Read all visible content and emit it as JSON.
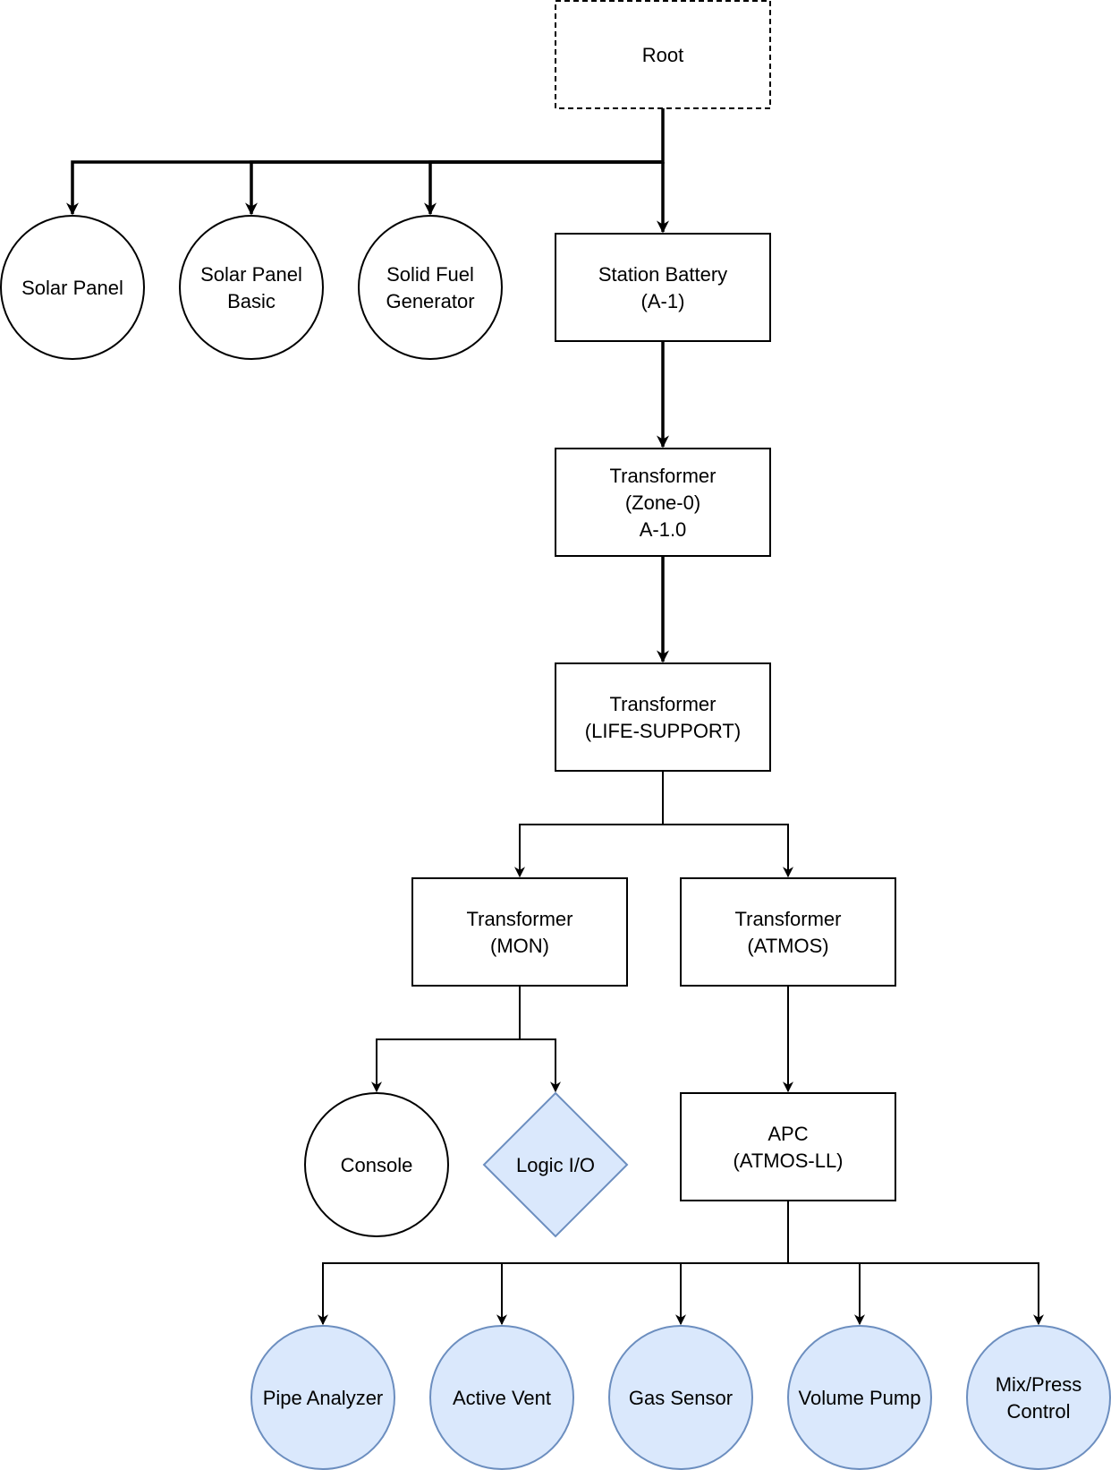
{
  "colors": {
    "line": "#000000",
    "node_fill": "#ffffff",
    "highlight_fill": "#dae8fc",
    "highlight_stroke": "#6c8ebf"
  },
  "nodes": {
    "root": [
      "Root"
    ],
    "solar_panel": [
      "Solar Panel"
    ],
    "solar_panel_basic": [
      "Solar Panel",
      "Basic"
    ],
    "solid_fuel_generator": [
      "Solid Fuel",
      "Generator"
    ],
    "station_battery": [
      "Station Battery",
      "(A-1)"
    ],
    "transformer_zone0": [
      "Transformer",
      "(Zone-0)",
      "A-1.0"
    ],
    "transformer_life_support": [
      "Transformer",
      "(LIFE-SUPPORT)"
    ],
    "transformer_mon": [
      "Transformer",
      "(MON)"
    ],
    "transformer_atmos": [
      "Transformer",
      "(ATMOS)"
    ],
    "console": [
      "Console"
    ],
    "logic_io": [
      "Logic I/O"
    ],
    "apc_atmos_ll": [
      "APC",
      "(ATMOS-LL)"
    ],
    "pipe_analyzer": [
      "Pipe Analyzer"
    ],
    "active_vent": [
      "Active Vent"
    ],
    "gas_sensor": [
      "Gas Sensor"
    ],
    "volume_pump": [
      "Volume Pump"
    ],
    "mix_press_control": [
      "Mix/Press",
      "Control"
    ]
  }
}
